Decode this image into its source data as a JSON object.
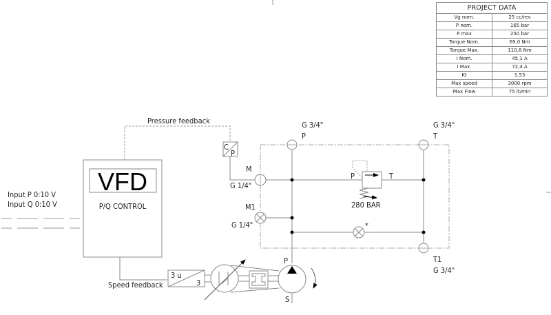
{
  "project_table": {
    "title": "PROJECT DATA",
    "rows": [
      {
        "label": "Vg nom.",
        "value": "25 cc/rev"
      },
      {
        "label": "P nom.",
        "value": "165 bar"
      },
      {
        "label": "P max",
        "value": "250 bar"
      },
      {
        "label": "Torque Nom.",
        "value": "69,0 Nm"
      },
      {
        "label": "Torque Max.",
        "value": "110,8 Nm"
      },
      {
        "label": "I Nom.",
        "value": "45,1 A"
      },
      {
        "label": "I Max.",
        "value": "72,4 A"
      },
      {
        "label": "Kt",
        "value": "1,53"
      },
      {
        "label": "Max speed",
        "value": "3000 rpm"
      },
      {
        "label": "Max Flow",
        "value": "75 lt/min"
      }
    ]
  },
  "vfd": {
    "title": "VFD",
    "subtitle": "P/Q CONTROL"
  },
  "inputs": {
    "line1": "Input P 0:10 V",
    "line2": "Input Q 0:10 V"
  },
  "feedback": {
    "pressure": "Pressure feedback",
    "speed": "Speed feedback"
  },
  "transducer": {
    "letter_c": "C",
    "letter_p": "P"
  },
  "ports": {
    "p_size": "G 3/4\"",
    "p_name": "P",
    "t_size": "G 3/4\"",
    "t_name": "T",
    "m_name": "M",
    "m_size": "G 1/4\"",
    "m1_name": "M1",
    "m1_size": "G 1/4\"",
    "t1_name": "T1",
    "t1_size": "G 3/4\""
  },
  "relief_valve": {
    "port_p": "P",
    "port_t": "T",
    "setting": "280 BAR"
  },
  "orifice": {
    "mark": "*"
  },
  "motor": {
    "encoder_top": "3 u",
    "encoder_bottom": "3"
  },
  "pump": {
    "port_p": "P",
    "port_s": "S"
  }
}
